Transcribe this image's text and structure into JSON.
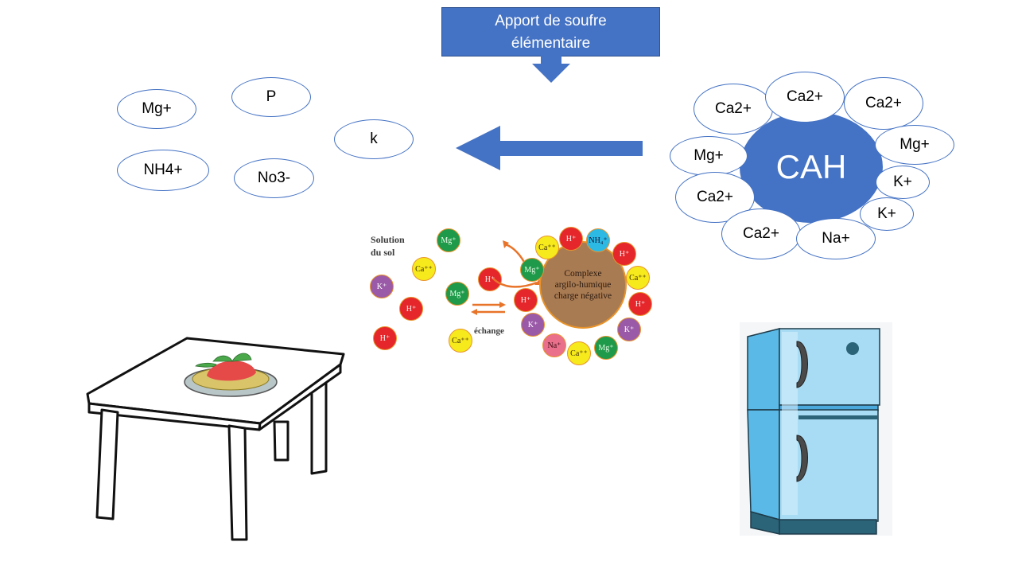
{
  "callout": {
    "line1": "Apport de soufre",
    "line2": "élémentaire",
    "color": "#4472c4"
  },
  "solution_ions": [
    {
      "label": "Mg+"
    },
    {
      "label": "P"
    },
    {
      "label": "k"
    },
    {
      "label": "NH4+"
    },
    {
      "label": "No3-"
    }
  ],
  "cah": {
    "label": "CAH",
    "color": "#4472c4",
    "surrounding_ions": [
      {
        "label": "Ca2+"
      },
      {
        "label": "Ca2+"
      },
      {
        "label": "Ca2+"
      },
      {
        "label": "Mg+"
      },
      {
        "label": "Mg+"
      },
      {
        "label": "K+"
      },
      {
        "label": "K+"
      },
      {
        "label": "Ca2+"
      },
      {
        "label": "Ca2+"
      },
      {
        "label": "Na+"
      }
    ]
  },
  "arrow": {
    "direction": "left",
    "color": "#4472c4"
  },
  "exchange_diagram": {
    "solution_label_line1": "Solution",
    "solution_label_line2": "du sol",
    "exchange_label": "échange",
    "complex_line1": "Complexe",
    "complex_line2": "argilo-humique",
    "complex_line3": "charge négative",
    "solution_ions": [
      "Mg⁺",
      "Ca⁺⁺",
      "K⁺",
      "Mg⁺",
      "H⁺",
      "H⁺",
      "Ca⁺⁺",
      "H⁺"
    ],
    "complex_ions": [
      "H⁺",
      "NH₄⁺",
      "H⁺",
      "Ca⁺⁺",
      "H⁺",
      "K⁺",
      "Mg⁺",
      "Ca⁺⁺",
      "Na⁺",
      "K⁺",
      "H⁺",
      "Mg⁺",
      "Ca⁺⁺"
    ]
  },
  "illustrations": {
    "table": "table-with-spaghetti",
    "fridge": "refrigerator"
  }
}
